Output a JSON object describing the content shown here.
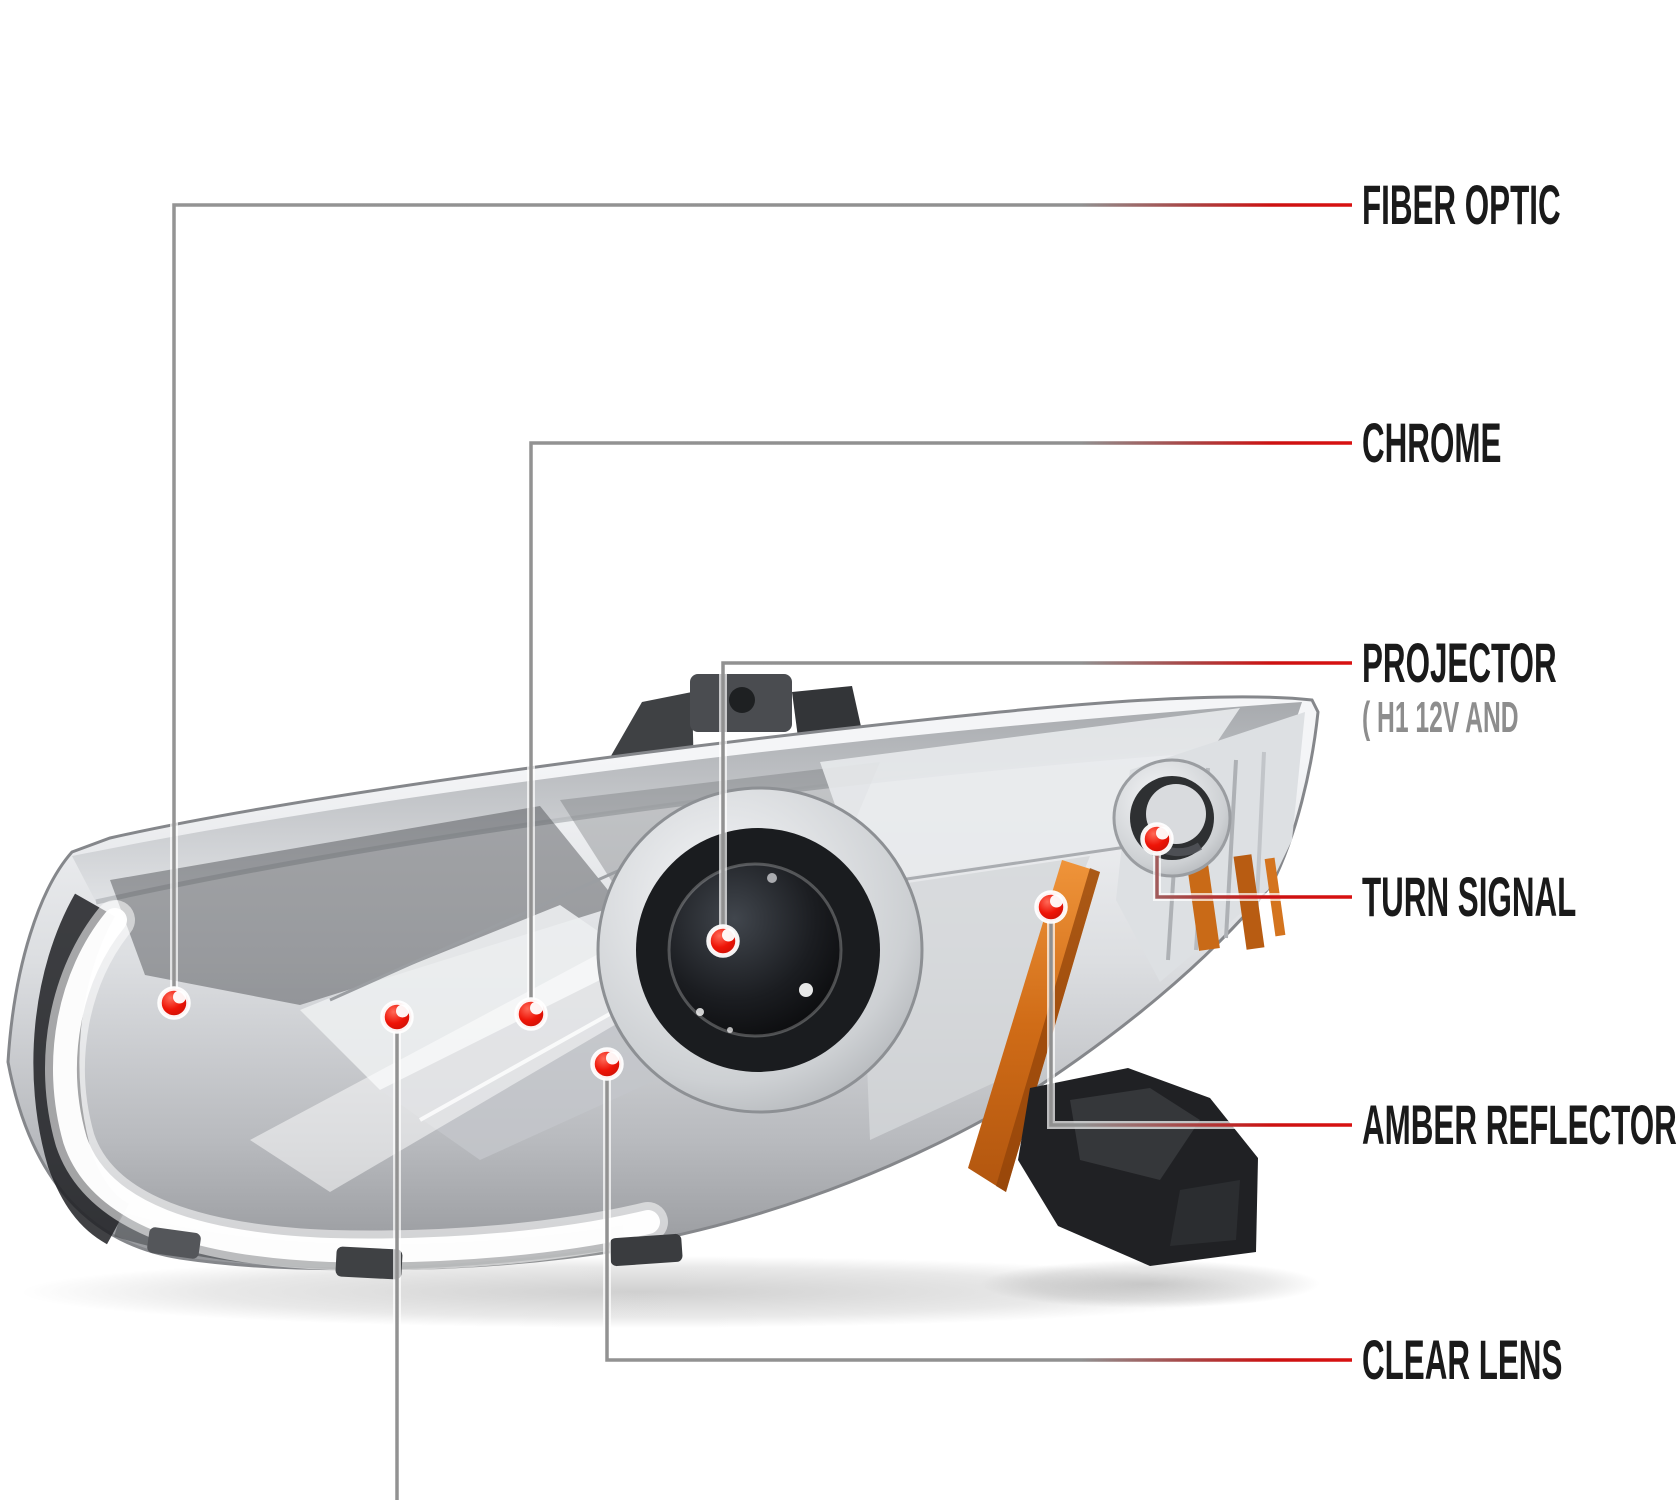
{
  "page": {
    "background": "#ffffff"
  },
  "callouts": {
    "fiber_optic": {
      "label": "FIBER OPTIC"
    },
    "chrome": {
      "label": "CHROME"
    },
    "projector": {
      "label": "PROJECTOR",
      "spec": "( H1  12V AND"
    },
    "turn_signal": {
      "label": "TURN SIGNAL"
    },
    "amber": {
      "label": "AMBER REFLECTOR"
    },
    "clear_lens": {
      "label": "CLEAR LENS"
    }
  },
  "style": {
    "label_color": "#1a1a1a",
    "spec_color": "#8d8d8d",
    "line_gray": "#909090",
    "line_red": "#d81111",
    "dot_red": "#e8140a",
    "amber_color": "#c96a17",
    "chrome_light": "#f2f3f5",
    "chrome_dark": "#8e9094"
  }
}
